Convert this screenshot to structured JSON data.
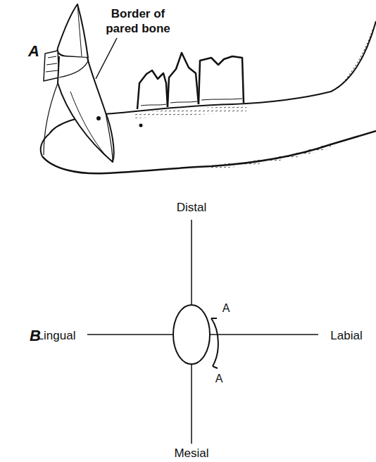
{
  "diagram": {
    "labels": [
      "A",
      "Border of pared bone",
      "Distal",
      "B",
      "Lingual",
      "A",
      "Labial",
      "A",
      "Mesial"
    ]
  }
}
